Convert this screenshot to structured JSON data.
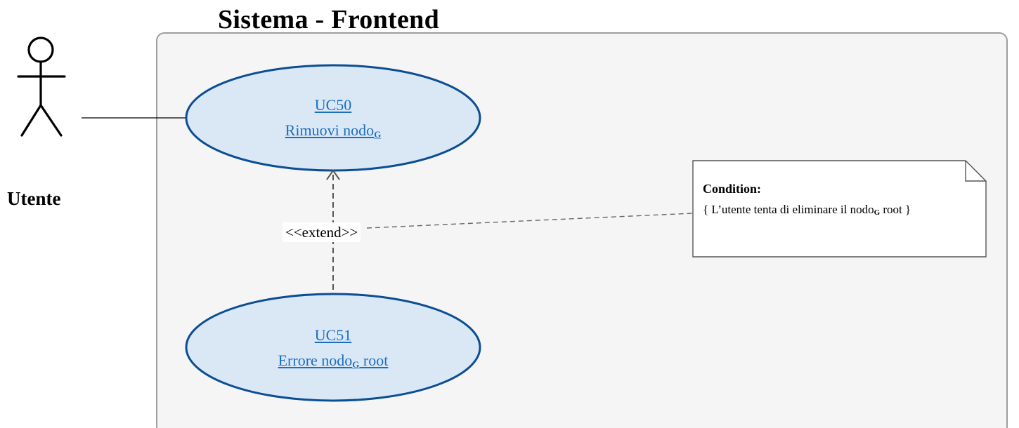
{
  "system": {
    "title": "Sistema - Frontend"
  },
  "actor": {
    "name": "Utente"
  },
  "use_cases": [
    {
      "id": "UC50",
      "name": "Rimuovi nodo",
      "glossary_mark": "G",
      "name_suffix": ""
    },
    {
      "id": "UC51",
      "name": "Errore nodo",
      "glossary_mark": "G",
      "name_suffix": " root"
    }
  ],
  "relation": {
    "stereotype": "<<extend>>"
  },
  "note": {
    "title": "Condition:",
    "body_pre": "{ L’utente tenta di eliminare il nodo",
    "glossary_mark": "G",
    "body_post": " root }"
  },
  "colors": {
    "system_fill": "#f5f5f5",
    "system_border": "#9e9e9e",
    "usecase_fill": "#dae8f6",
    "usecase_border": "#0b4e93",
    "link": "#1b6ec2"
  }
}
